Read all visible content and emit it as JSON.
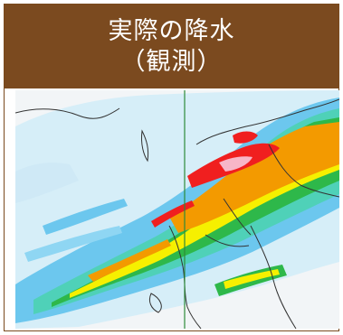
{
  "header": {
    "title_line1": "実際の降水",
    "title_line2": "（観測）"
  },
  "map": {
    "icon": "precipitation-radar-map",
    "colors": {
      "land": "#ffffff",
      "sea": "#f2f5f7",
      "light_rain": "#d6eef8",
      "blue": "#6cc7ee",
      "cyan_green": "#4fd1b8",
      "green": "#2eb84a",
      "yellow": "#f6f000",
      "orange": "#f39a00",
      "red": "#f01f1f",
      "pink": "#f7b6c8",
      "meridian": "#2e8b3a"
    }
  }
}
